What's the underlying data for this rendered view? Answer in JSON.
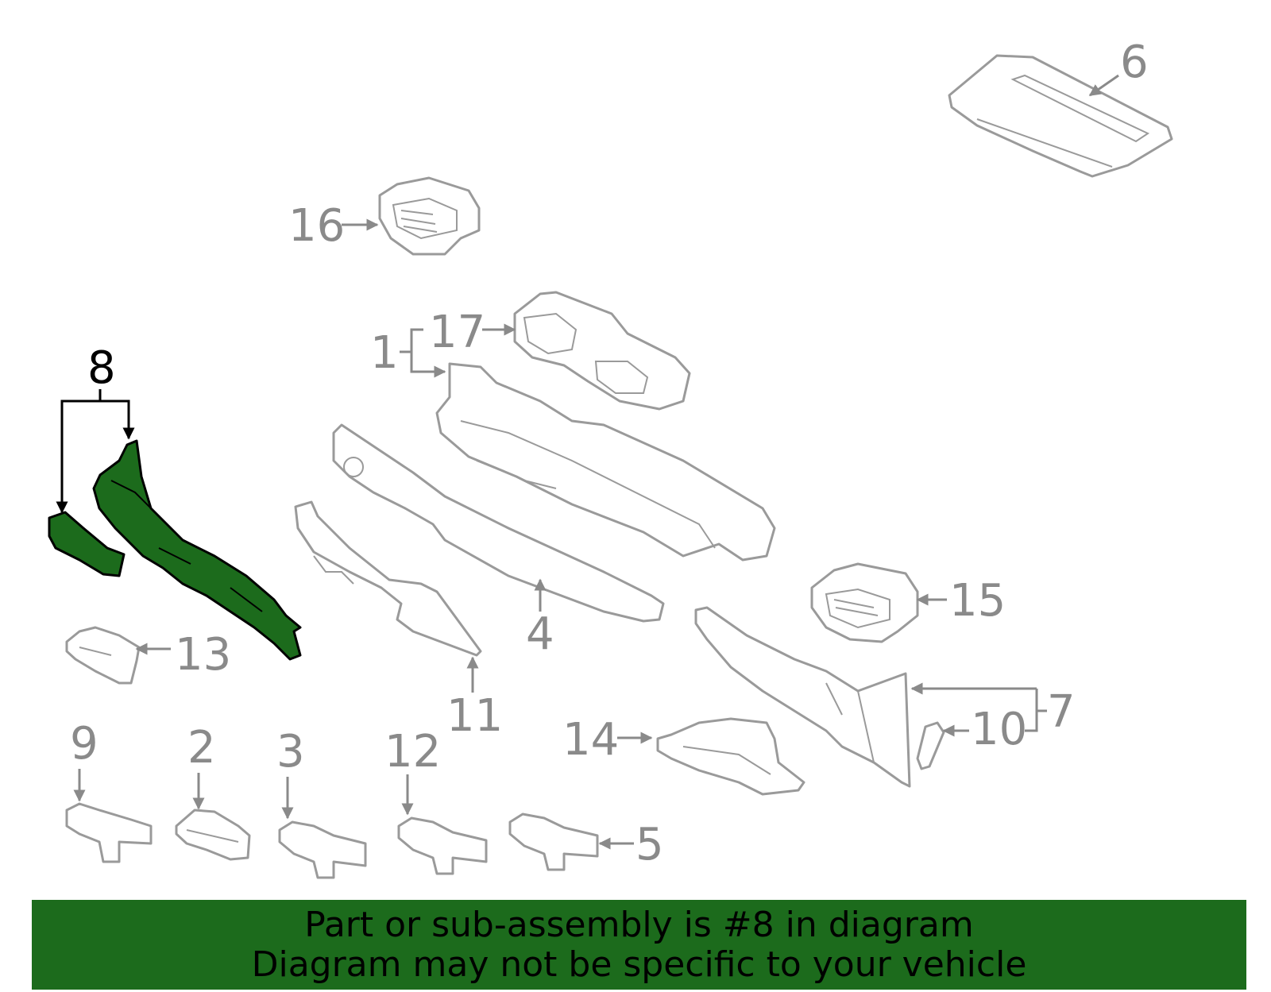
{
  "diagram": {
    "highlighted_part": "8",
    "callouts": [
      "1",
      "2",
      "3",
      "4",
      "5",
      "6",
      "7",
      "8",
      "9",
      "10",
      "11",
      "12",
      "13",
      "14",
      "15",
      "16",
      "17"
    ],
    "colors": {
      "highlight": "#1c6b1c",
      "line": "#9a9a9a",
      "label": "#8a8a8a"
    }
  },
  "banner": {
    "line1": "Part or sub-assembly is #8 in diagram",
    "line2": "Diagram may not be specific to your vehicle"
  }
}
